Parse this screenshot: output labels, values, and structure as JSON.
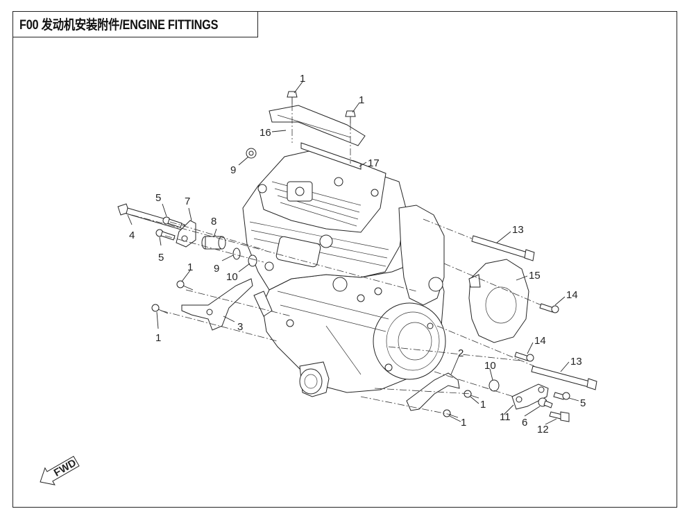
{
  "title": "F00 发动机安装附件/ENGINE FITTINGS",
  "fwd_label": "FWD",
  "callouts": [
    {
      "label": "1"
    },
    {
      "label": "1"
    },
    {
      "label": "16"
    },
    {
      "label": "17"
    },
    {
      "label": "9"
    },
    {
      "label": "5"
    },
    {
      "label": "7"
    },
    {
      "label": "4"
    },
    {
      "label": "8"
    },
    {
      "label": "5"
    },
    {
      "label": "9"
    },
    {
      "label": "10"
    },
    {
      "label": "1"
    },
    {
      "label": "3"
    },
    {
      "label": "1"
    },
    {
      "label": "13"
    },
    {
      "label": "15"
    },
    {
      "label": "14"
    },
    {
      "label": "14"
    },
    {
      "label": "13"
    },
    {
      "label": "2"
    },
    {
      "label": "10"
    },
    {
      "label": "1"
    },
    {
      "label": "1"
    },
    {
      "label": "11"
    },
    {
      "label": "6"
    },
    {
      "label": "5"
    },
    {
      "label": "12"
    }
  ]
}
